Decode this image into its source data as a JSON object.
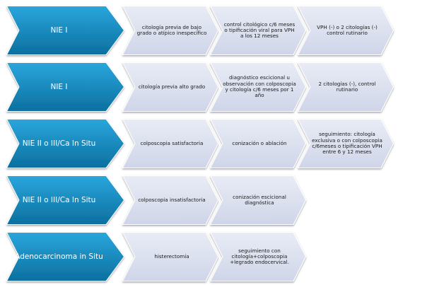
{
  "colors": {
    "head_fill_top": "#2aa6dc",
    "head_fill_bottom": "#0c6f9f",
    "step_fill_top": "#e9ecf6",
    "step_fill_bottom": "#cfd5e8",
    "outline": "#ffffff"
  },
  "rows": [
    {
      "head": "NIE I",
      "steps": [
        "citología previa de bajo grado o atípico inespecífico",
        "control citológico c/6 meses o tipificación viral para VPH a los 12 meses",
        "VPH (-) o 2 citologías (-) control rutinario"
      ]
    },
    {
      "head": "NIE I",
      "steps": [
        "citología previa alto grado",
        "diagnóstico escicional u observación con colposcopia y citología c/6 meses por 1 año",
        "2 citologías (-), control rutinario"
      ]
    },
    {
      "head": "NIE II o III/Ca In Situ",
      "steps": [
        "colposcopia satisfactoria",
        "conización o ablación",
        "seguimiento: citología exclusiva o con colposcopia c/6meses o tipificación VPH entre 6 y 12 meses"
      ]
    },
    {
      "head": "NIE II o III/Ca In Situ",
      "steps": [
        "colposcopia insatisfactoria",
        "conización escicional diagnóstica"
      ]
    },
    {
      "head": "Adenocarcinoma in Situ",
      "steps": [
        "histerectomía",
        "seguimiento con citología+colposcopia +legrado endocervical."
      ]
    }
  ]
}
